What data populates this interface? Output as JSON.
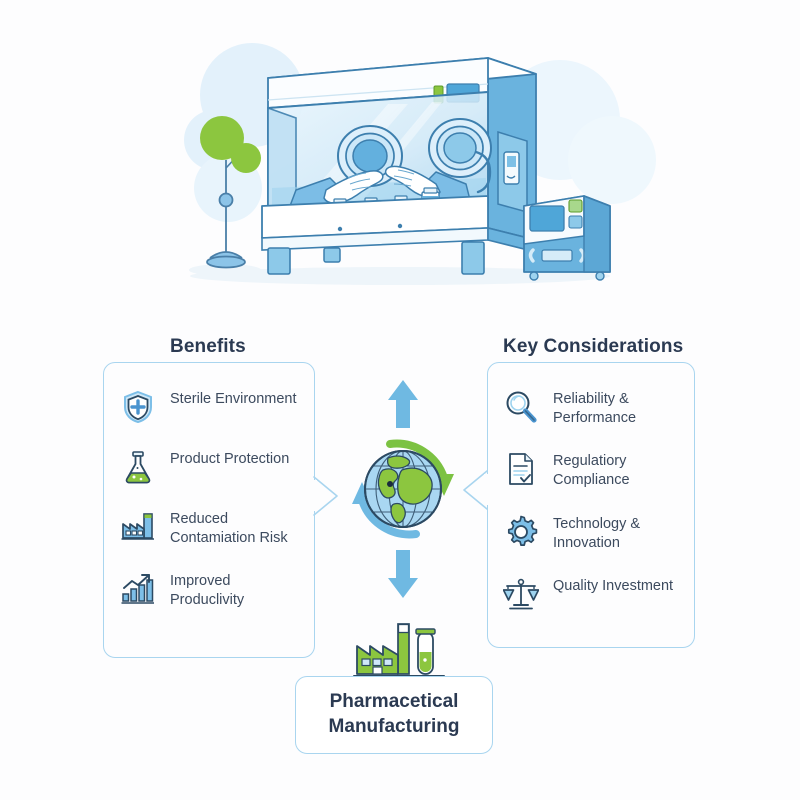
{
  "illustration": {
    "name": "pharmaceutical-isolator-glovebox",
    "description": "Laboratory isolator glovebox with gloved hands handling vials, control unit beside it, IV stand with plant decoration",
    "elements": {
      "glovebox_label": "isolator cabinet",
      "control_unit_label": "control console",
      "vial_count": 4,
      "glove_port_count": 2,
      "stand_label": "iv-stand"
    },
    "colors": {
      "primary_blue": "#5bb0e0",
      "deep_blue": "#3d8ec4",
      "line_navy": "#2c4a63",
      "accent_green": "#7cc242",
      "glass_tint": "#cfe8f7",
      "pale_blue_bg": "#e3f1fb"
    }
  },
  "benefits": {
    "heading": "Benefits",
    "items": [
      {
        "icon": "shield-cross-icon",
        "label": "Sterile Environment"
      },
      {
        "icon": "flask-icon",
        "label": "Product Protection"
      },
      {
        "icon": "factory-icon",
        "label": "Reduced Contamiation Risk"
      },
      {
        "icon": "bar-chart-growth-icon",
        "label": "Improved Produclivity"
      }
    ]
  },
  "considerations": {
    "heading": "Key Considerations",
    "items": [
      {
        "icon": "magnifier-icon",
        "label": "Reliability & Performance"
      },
      {
        "icon": "document-check-icon",
        "label": "Regulatiory Compliance"
      },
      {
        "icon": "gear-icon",
        "label": "Technology & Innovation"
      },
      {
        "icon": "scales-icon",
        "label": "Quality Investment"
      }
    ]
  },
  "center": {
    "icon": "globe-icon",
    "description": "globe with circular rotation arrows and vertical flow arrows",
    "arrows": {
      "up": "arrow-up-icon",
      "down": "arrow-down-icon",
      "rotate_clockwise": "rotate-green-arrow-icon",
      "rotate_counter": "rotate-blue-arrow-icon"
    }
  },
  "bottom": {
    "icon": "factory-test-tube-icon",
    "title_line1": "Pharmacetical",
    "title_line2": "Manufacturing"
  },
  "theme": {
    "heading_color": "#2b3a52",
    "body_text_color": "#3c4a5e",
    "panel_border": "#a9d5ef",
    "arrow_blue": "#6fb9e2",
    "arrow_green": "#7cc242",
    "icon_stroke": "#2c4a63",
    "icon_fill_blue": "#7dbfe8",
    "icon_fill_green": "#8cc63f",
    "background": "#fdfdfe"
  }
}
